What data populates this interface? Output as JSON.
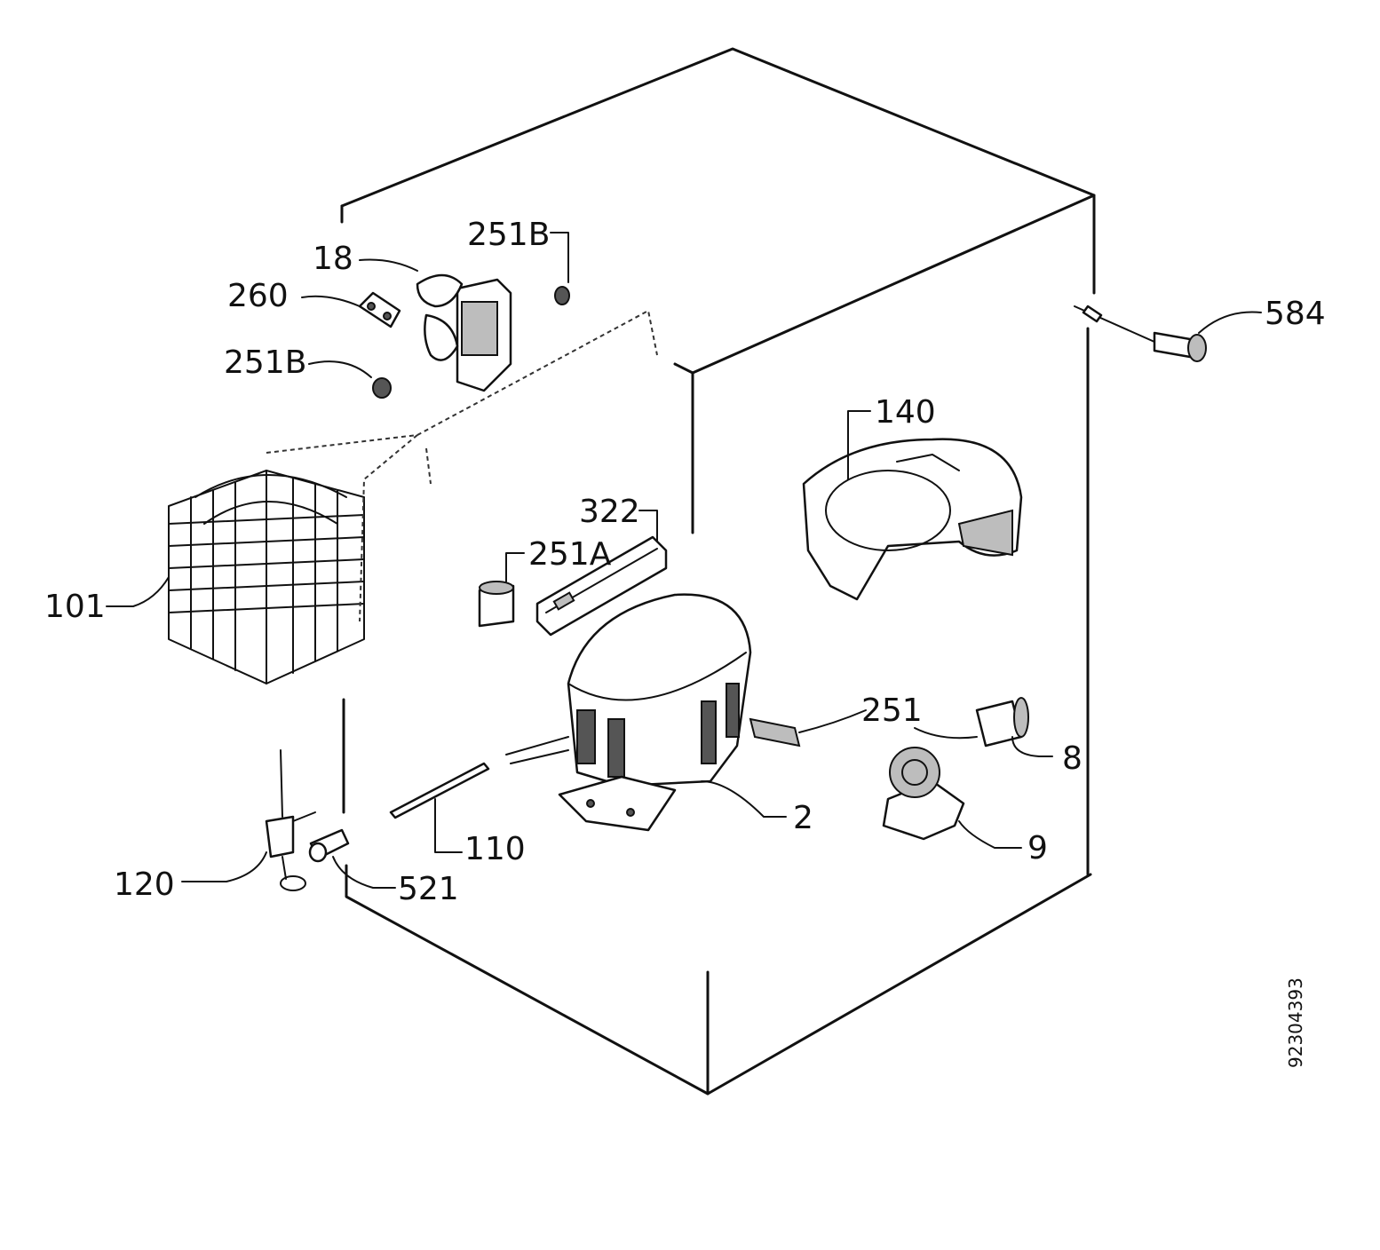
{
  "labels": {
    "p251b_top": "251B",
    "p18": "18",
    "p260": "260",
    "p251b_low": "251B",
    "p584": "584",
    "p140": "140",
    "p322": "322",
    "p251a": "251A",
    "p101": "101",
    "p251": "251",
    "p8": "8",
    "p2": "2",
    "p110": "110",
    "p9": "9",
    "p120": "120",
    "p521": "521"
  },
  "document_number": "92304393"
}
